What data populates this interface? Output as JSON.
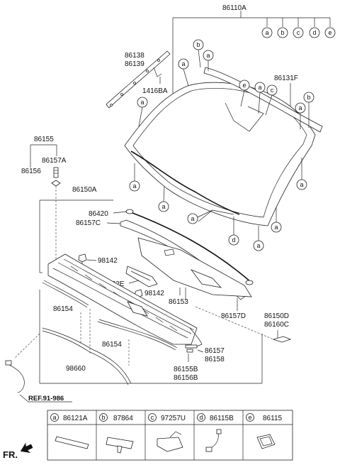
{
  "labels": {
    "p86110A": "86110A",
    "p86138": "86138",
    "p86139": "86139",
    "p1416BA": "1416BA",
    "p86131F": "86131F",
    "p86155": "86155",
    "p86157A": "86157A",
    "p86156": "86156",
    "p86150A": "86150A",
    "p86420": "86420",
    "p86157C": "86157C",
    "p98142a": "98142",
    "p86362E": "86362E",
    "p98142b": "98142",
    "p86153": "86153",
    "p86157D": "86157D",
    "p86154a": "86154",
    "p86154b": "86154",
    "p86150D": "86150D",
    "p86160C": "86160C",
    "p86157": "86157",
    "p86158": "86158",
    "p86155B": "86155B",
    "p86156B": "86156B",
    "p98660": "98660",
    "ref": "REF.91-986",
    "fr": "FR."
  },
  "top_letters": [
    "a",
    "b",
    "c",
    "d",
    "e"
  ],
  "callouts": {
    "a": "a",
    "b": "b",
    "c": "c",
    "d": "d",
    "e": "e"
  },
  "legend": [
    {
      "letter": "a",
      "part": "86121A"
    },
    {
      "letter": "b",
      "part": "87864"
    },
    {
      "letter": "c",
      "part": "97257U"
    },
    {
      "letter": "d",
      "part": "86115B"
    },
    {
      "letter": "e",
      "part": "86115"
    }
  ]
}
